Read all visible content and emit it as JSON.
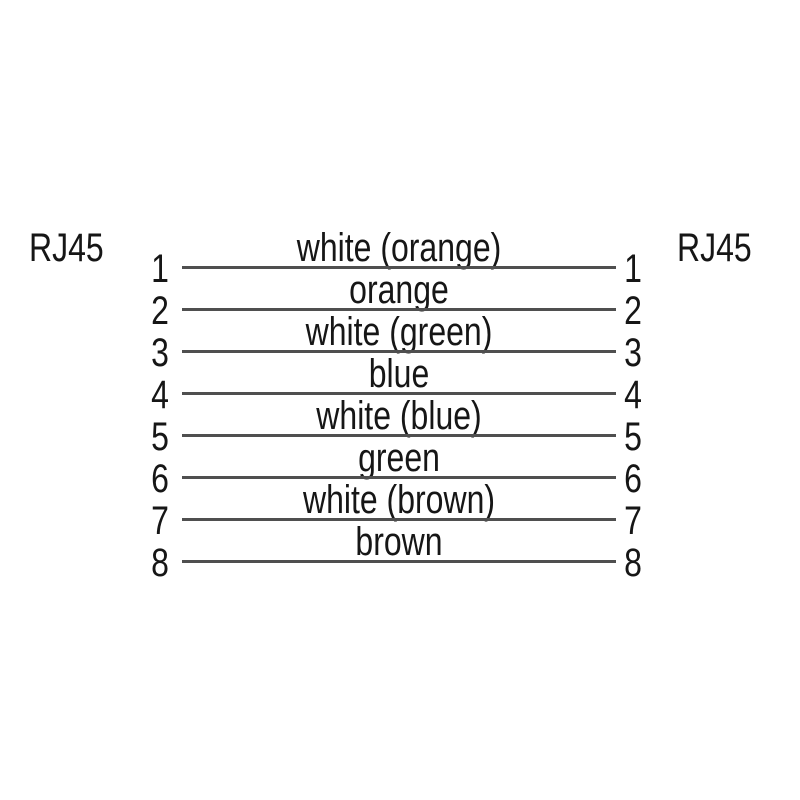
{
  "diagram": {
    "title_semantic": "RJ45 straight-through cable pinout",
    "left_connector_label": "RJ45",
    "right_connector_label": "RJ45",
    "colors": {
      "background": "#ffffff",
      "text": "#161616",
      "wire_line": "#4f4f4f"
    },
    "wires": [
      {
        "left_pin": "1",
        "label": "white (orange)",
        "right_pin": "1"
      },
      {
        "left_pin": "2",
        "label": "orange",
        "right_pin": "2"
      },
      {
        "left_pin": "3",
        "label": "white (green)",
        "right_pin": "3"
      },
      {
        "left_pin": "4",
        "label": "blue",
        "right_pin": "4"
      },
      {
        "left_pin": "5",
        "label": "white (blue)",
        "right_pin": "5"
      },
      {
        "left_pin": "6",
        "label": "green",
        "right_pin": "6"
      },
      {
        "left_pin": "7",
        "label": "white (brown)",
        "right_pin": "7"
      },
      {
        "left_pin": "8",
        "label": "brown",
        "right_pin": "8"
      }
    ]
  }
}
